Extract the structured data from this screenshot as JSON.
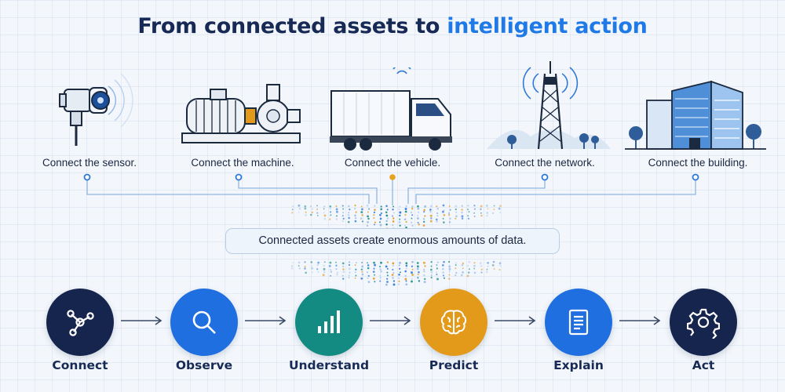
{
  "title": {
    "main": "From connected assets to",
    "accent": "intelligent action"
  },
  "assets": [
    {
      "label": "Connect the sensor.",
      "icon": "sensor-icon"
    },
    {
      "label": "Connect the machine.",
      "icon": "motor-pump-icon"
    },
    {
      "label": "Connect the vehicle.",
      "icon": "truck-icon"
    },
    {
      "label": "Connect the network.",
      "icon": "cell-tower-icon"
    },
    {
      "label": "Connect the building.",
      "icon": "office-building-icon"
    }
  ],
  "callout": "Connected assets create enormous amounts of data.",
  "steps": [
    {
      "label": "Connect",
      "icon": "network-nodes-icon",
      "color": "#16254d"
    },
    {
      "label": "Observe",
      "icon": "magnifier-icon",
      "color": "#1f6fe0"
    },
    {
      "label": "Understand",
      "icon": "bar-chart-icon",
      "color": "#138a82"
    },
    {
      "label": "Predict",
      "icon": "brain-icon",
      "color": "#e39a1b"
    },
    {
      "label": "Explain",
      "icon": "document-icon",
      "color": "#1f6fe0"
    },
    {
      "label": "Act",
      "icon": "gear-icon",
      "color": "#16254d"
    }
  ],
  "colors": {
    "navy": "#172a55",
    "blue": "#1f7ae8",
    "teal": "#138a82",
    "amber": "#e39a1b"
  }
}
